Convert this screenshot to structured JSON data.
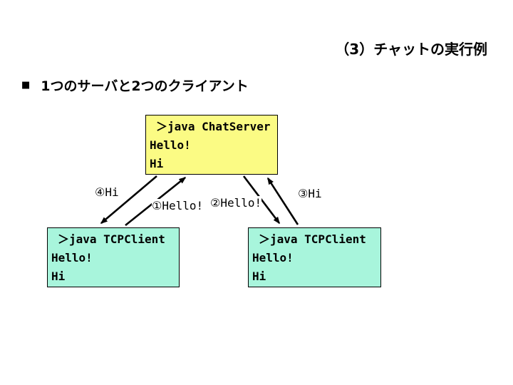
{
  "slide": {
    "title": "（3）チャットの実行例",
    "bullet_marker": "■",
    "bullet": "1つのサーバと2つのクライアント"
  },
  "server_box": {
    "role": "chat-server-console",
    "lines": [
      "＞java ChatServer",
      "Hello!",
      "Hi"
    ]
  },
  "client1_box": {
    "role": "tcp-client-1-console",
    "lines": [
      "＞java TCPClient",
      "Hello!",
      "Hi"
    ]
  },
  "client2_box": {
    "role": "tcp-client-2-console",
    "lines": [
      "＞java TCPClient",
      "Hello!",
      "Hi"
    ]
  },
  "arrows": [
    {
      "label": "①Hello!",
      "from": "client1",
      "to": "server"
    },
    {
      "label": "②Hello!",
      "from": "server",
      "to": "client2"
    },
    {
      "label": "③Hi",
      "from": "client2",
      "to": "server"
    },
    {
      "label": "④Hi",
      "from": "server",
      "to": "client1"
    }
  ],
  "colors": {
    "server_box_fill": "#fbfb84",
    "client_box_fill": "#a8f5dc",
    "border": "#000000",
    "text": "#000000",
    "background": "#ffffff",
    "arrow": "#000000"
  }
}
